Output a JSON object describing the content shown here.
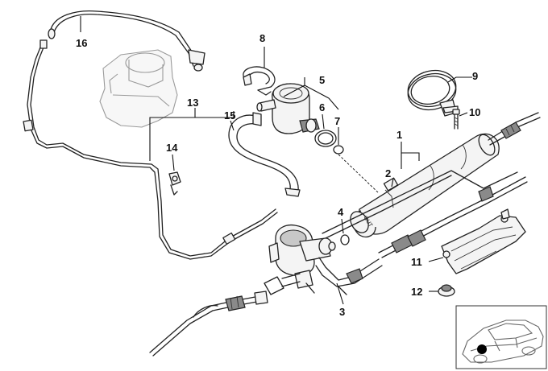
{
  "diagram": {
    "callouts": [
      {
        "id": "1",
        "label": "1"
      },
      {
        "id": "2",
        "label": "2"
      },
      {
        "id": "3",
        "label": "3"
      },
      {
        "id": "4",
        "label": "4"
      },
      {
        "id": "5",
        "label": "5"
      },
      {
        "id": "6",
        "label": "6"
      },
      {
        "id": "7",
        "label": "7"
      },
      {
        "id": "8",
        "label": "8"
      },
      {
        "id": "9",
        "label": "9"
      },
      {
        "id": "10",
        "label": "10"
      },
      {
        "id": "11",
        "label": "11"
      },
      {
        "id": "12",
        "label": "12"
      },
      {
        "id": "13",
        "label": "13"
      },
      {
        "id": "14",
        "label": "14"
      },
      {
        "id": "15",
        "label": "15"
      },
      {
        "id": "16",
        "label": "16"
      }
    ],
    "filter_marking": "OUT"
  }
}
